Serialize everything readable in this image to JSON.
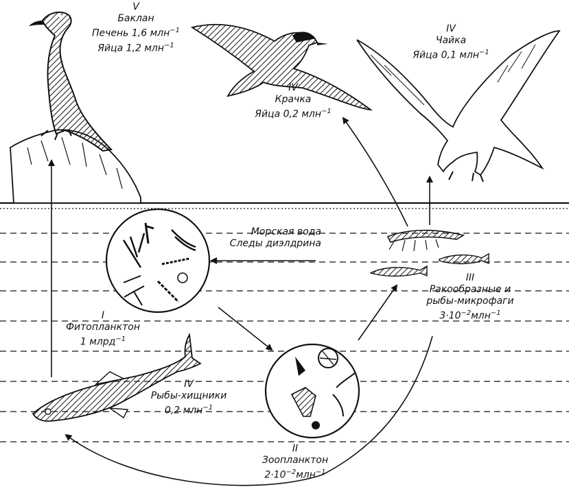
{
  "levels": {
    "cormorant": {
      "level": "V",
      "name": "Баклан",
      "liver": "Печень 1,6 млн",
      "eggs": "Яйца 1,2 млн",
      "exp": "−1"
    },
    "tern": {
      "level": "IV",
      "name": "Крачка",
      "eggs": "Яйца 0,2 млн",
      "exp": "−1"
    },
    "gull": {
      "level": "IV",
      "name": "Чайка",
      "eggs": "Яйца 0,1 млн",
      "exp": "−1"
    },
    "seawater": {
      "line1": "Морская вода",
      "line2": "Следы диэлдрина"
    },
    "phyto": {
      "level": "I",
      "name": "Фитопланктон",
      "value": "1 млрд",
      "exp": "−1"
    },
    "crustaceans": {
      "level": "III",
      "name1": "Ракообразные и",
      "name2": "рыбы-микрофаги",
      "value": "3·10",
      "exp": "−2",
      "unit": "млн",
      "exp2": "−1"
    },
    "predators": {
      "level": "IV",
      "name": "Рыбы-хищники",
      "value": "0,2 млн",
      "exp": "−1"
    },
    "zoo": {
      "level": "II",
      "name": "Зоопланктон",
      "value": "2·10",
      "exp": "−2",
      "unit": "млн",
      "exp2": "−1"
    }
  },
  "colors": {
    "ink": "#111111",
    "paper": "#ffffff"
  }
}
